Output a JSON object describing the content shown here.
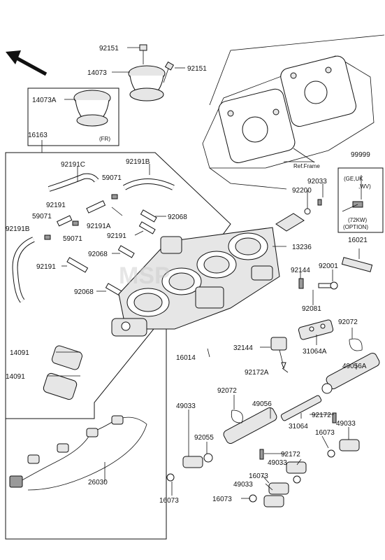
{
  "watermark": "MSP",
  "labels": {
    "p92151a": "92151",
    "p14073": "14073",
    "p92151b": "92151",
    "p14073A": "14073A",
    "fr": "(FR)",
    "p16163": "16163",
    "refFrame": "Ref.Frame",
    "p99999": "99999",
    "geukwv": "(GE,UK",
    "geukwv2": ",WV)",
    "kw72": "(72KW)",
    "option": "(OPTION)",
    "p92191C": "92191C",
    "p92191B_top": "92191B",
    "p59071_a": "59071",
    "p92191_a": "92191",
    "p59071_b": "59071",
    "p92191A": "92191A",
    "p92191B_left": "92191B",
    "p59071_c": "59071",
    "p92068_a": "92068",
    "p92191_b": "92191",
    "p92068_b": "92068",
    "p92191_c": "92191",
    "p92068_c": "92068",
    "p92033": "92033",
    "p92200": "92200",
    "p13236": "13236",
    "p16021": "16021",
    "p92144": "92144",
    "p92001": "92001",
    "p92081": "92081",
    "p14091_a": "14091",
    "p14091_b": "14091",
    "p16014": "16014",
    "p32144": "32144",
    "p31064A": "31064A",
    "p92072_a": "92072",
    "p92172A": "92172A",
    "p49056A": "49056A",
    "p92072_b": "92072",
    "p49056": "49056",
    "p49033_a": "49033",
    "p92172_a": "92172",
    "p92055": "92055",
    "p31064": "31064",
    "p49033_b": "49033",
    "p16073_a": "16073",
    "p92172_b": "92172",
    "p49033_c": "49033",
    "p26030": "26030",
    "p16073_b": "16073",
    "p16073_c": "16073",
    "p49033_d": "49033",
    "p16073_d": "16073"
  }
}
